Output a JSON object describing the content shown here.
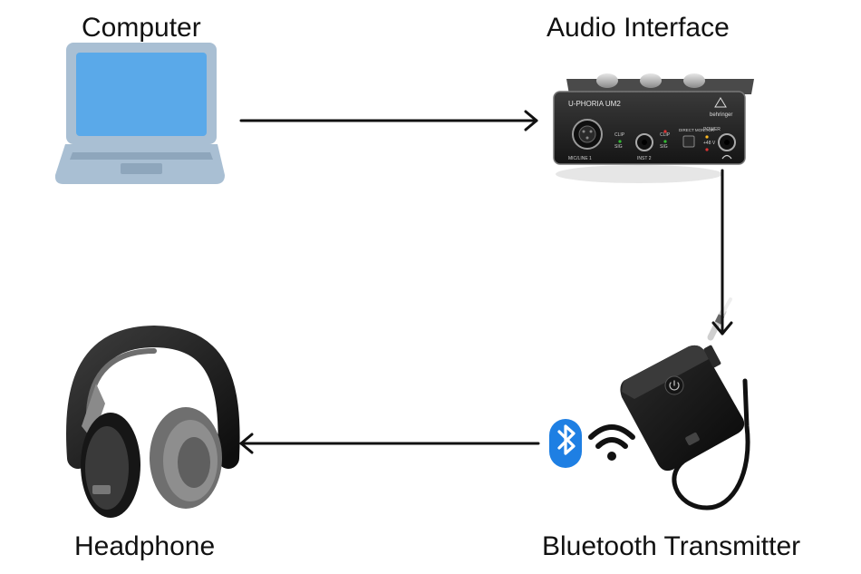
{
  "nodes": {
    "computer": {
      "label": "Computer",
      "icon": "laptop-icon"
    },
    "audio_interface": {
      "label": "Audio Interface",
      "icon": "audio-interface-icon",
      "device_text": {
        "model": "U-PHORIA UM2",
        "brand": "behringer",
        "clip": "CLIP",
        "sig": "SIG",
        "direct_monitor": "DIRECT MONITOR",
        "power": "POWER",
        "phantom": "+48 V",
        "mic_line": "MIC/LINE 1",
        "inst": "INST 2"
      }
    },
    "bluetooth_transmitter": {
      "label": "Bluetooth Transmitter",
      "icon": "bluetooth-transmitter-icon"
    },
    "headphone": {
      "label": "Headphone",
      "icon": "headphones-icon"
    }
  },
  "connections": [
    {
      "from": "computer",
      "to": "audio_interface"
    },
    {
      "from": "audio_interface",
      "to": "bluetooth_transmitter"
    },
    {
      "from": "bluetooth_transmitter",
      "to": "headphone"
    }
  ],
  "badges": [
    "bluetooth-icon",
    "wifi-icon"
  ],
  "colors": {
    "laptop_screen": "#5aa9e9",
    "laptop_body": "#a9bfd3",
    "bluetooth": "#1e7fe3",
    "arrow": "#111111",
    "device_dark": "#1c1c1c"
  }
}
